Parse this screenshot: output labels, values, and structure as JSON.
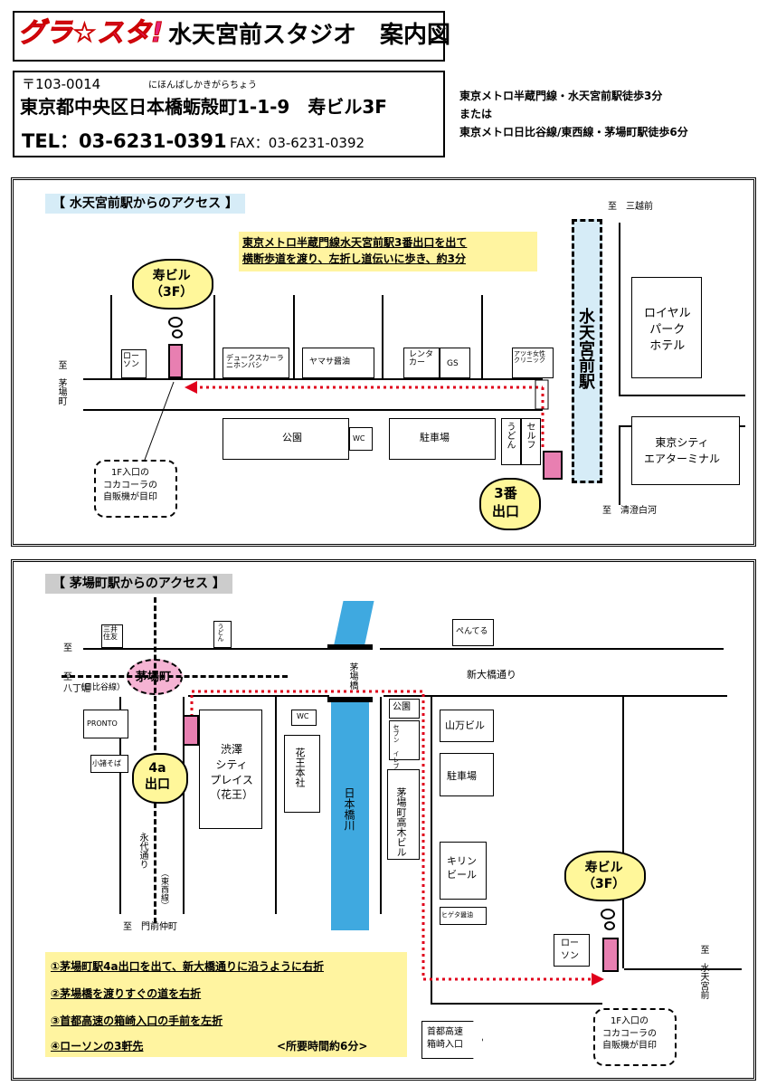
{
  "header": {
    "logo": "グラ☆スタ!",
    "title": "水天宮前スタジオ　案内図",
    "postal": "〒103-0014",
    "furigana": "にほんばしかきがらちょう",
    "address": "東京都中央区日本橋蛎殻町1-1-9　寿ビル3F",
    "tel": "TEL：03-6231-0391",
    "fax": "FAX：03-6231-0392",
    "access_line1": "東京メトロ半蔵門線・水天宮前駅徒歩3分",
    "access_line2": "または",
    "access_line3": "東京メトロ日比谷線/東西線・茅場町駅徒歩6分"
  },
  "map1": {
    "title": "【 水天宮前駅からのアクセス 】",
    "directions_line1": "東京メトロ半蔵門線水天宮前駅3番出口を出て",
    "directions_line2": "横断歩道を渡り、左折し道伝いに歩き、約3分",
    "to_mitsukoshi": "至　三越前",
    "to_kiyosumi": "至　清澄白河",
    "to_kayabacho": "至　茅場町",
    "station": "水天宮前駅",
    "building_callout": "寿ビル\n（3F）",
    "exit_callout": "3番\n出口",
    "note": "1F入口の\nコカコーラの\n自販機が目印",
    "labels": {
      "lawson": "ロー\nソン",
      "ducks": "デュークスカーラ\nニホンバシ",
      "yamasa": "ヤマサ醤油",
      "rental": "レンタ\nカー",
      "gs": "GS",
      "clinic": "アツキ女性\nクリニック",
      "royal": "ロイヤル\nパーク\nホテル",
      "tcat": "東京シティ\nエアターミナル",
      "park": "公園",
      "wc": "WC",
      "parking": "駐車場",
      "udon": "うどん",
      "self": "セルフ"
    }
  },
  "map2": {
    "title": "【 茅場町駅からのアクセス 】",
    "station": "茅場町",
    "exit_callout": "4a\n出口",
    "building_callout": "寿ビル\n（3F）",
    "note": "1F入口の\nコカコーラの\n自販機が目印",
    "to_top_left": "至",
    "to_hatchobori": "至\n八丁堀",
    "hibiya": "（日比谷線）",
    "tozai": "（東西線）",
    "to_monzen": "至　門前仲町",
    "to_suitengu": "至　水天宮前",
    "shin_ohashi": "新大橋通り",
    "eitai": "永代通り",
    "kayababashi": "茅場橋",
    "river": "日本橋川",
    "expressway": "首都高速\n箱崎入口",
    "labels": {
      "mitsui": "三井\n住友",
      "pronto": "PRONTO",
      "kozusai": "小諸そば",
      "shibusawa": "渋澤\nシティ\nプレイス\n（花王）",
      "kao": "花王本社",
      "wc": "WC",
      "park": "公園",
      "seven": "セブン\nイレブン",
      "kayabacho_takagi": "茅場町高木ビル",
      "yamaman": "山万ビル",
      "parking": "駐車場",
      "kirin": "キリン\nビール",
      "higeta": "ヒゲタ醤油",
      "pentel": "ぺんてる",
      "lawson": "ロー\nソン",
      "udon": "うどん"
    },
    "steps": [
      "①茅場町駅4a出口を出て、新大橋通りに沿うように右折",
      "②茅場橋を渡りすぐの道を右折",
      "③首都高速の箱崎入口の手前を左折",
      "④ローソンの3軒先"
    ],
    "time": "<所要時間約6分>"
  },
  "colors": {
    "highlight": "#fff4a0",
    "station_blue": "#d6ecf7",
    "river_blue": "#3fa9e0",
    "route_red": "#e0001b",
    "building_pink": "#e87fb1",
    "callout_yellow": "#fff79a",
    "kayabacho_pink": "#f5b3d3"
  }
}
